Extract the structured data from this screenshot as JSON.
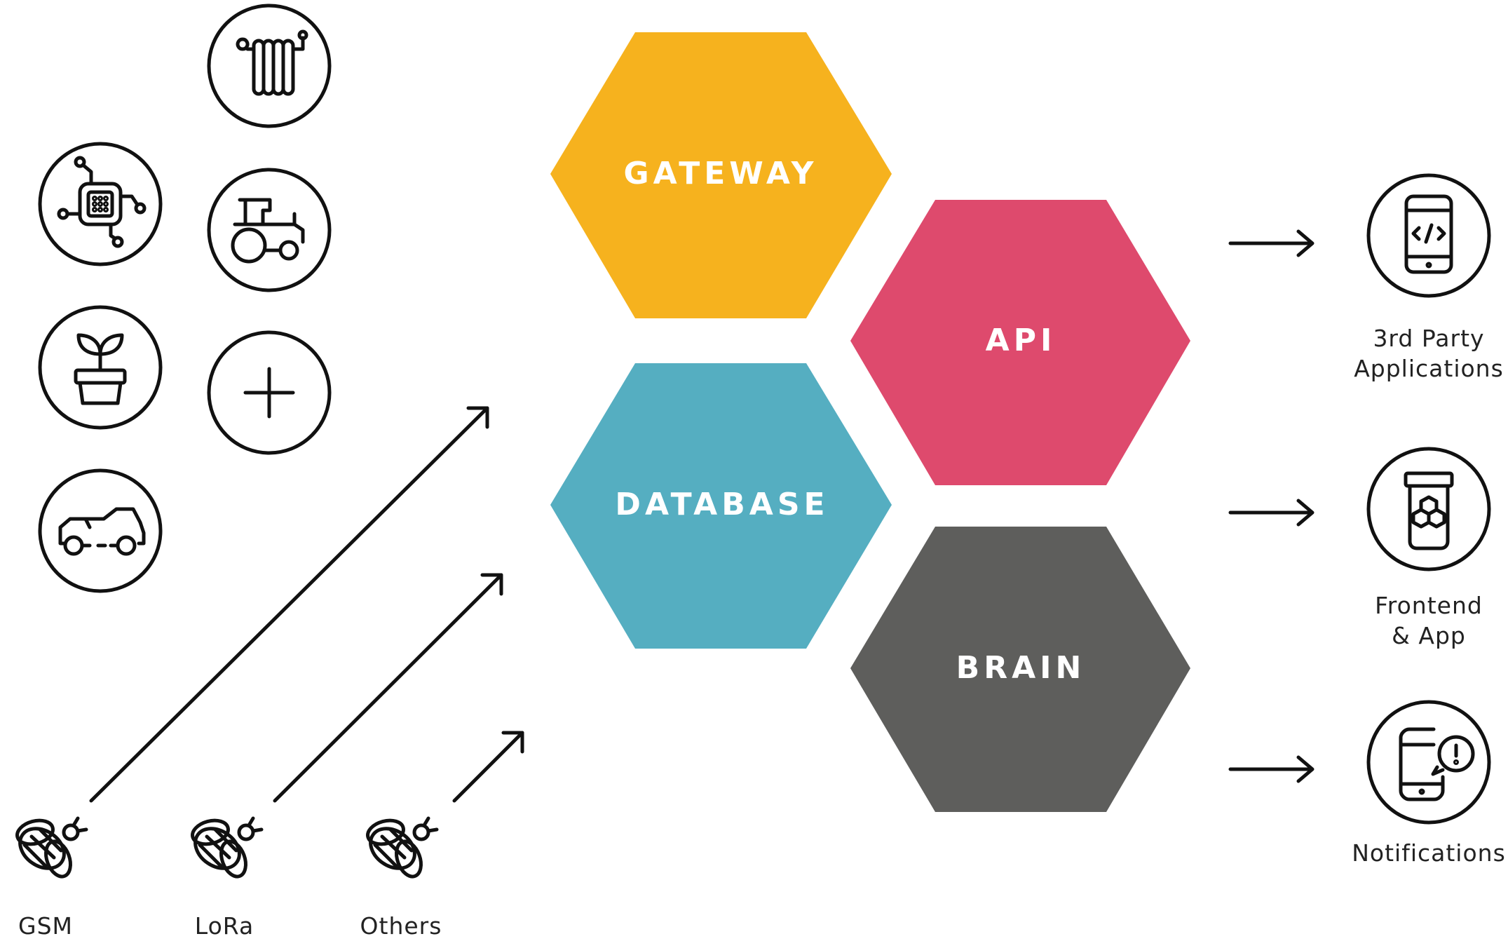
{
  "colors": {
    "gateway": "#F6B21E",
    "api": "#DE4A6D",
    "database": "#55AEC1",
    "brain": "#5E5E5C",
    "ink": "#111111"
  },
  "hexagons": {
    "gateway": "GATEWAY",
    "api": "API",
    "database": "DATABASE",
    "brain": "BRAIN"
  },
  "devices": {
    "icons": [
      "radiator-icon",
      "circuit-chip-icon",
      "tractor-icon",
      "plant-pot-icon",
      "plus-icon",
      "car-icon"
    ]
  },
  "sources": {
    "gsm": "GSM",
    "lora": "LoRa",
    "others": "Others"
  },
  "outputs": {
    "third_party_line1": "3rd Party",
    "third_party_line2": "Applications",
    "frontend_line1": "Frontend",
    "frontend_line2": "& App",
    "notifications": "Notifications"
  }
}
